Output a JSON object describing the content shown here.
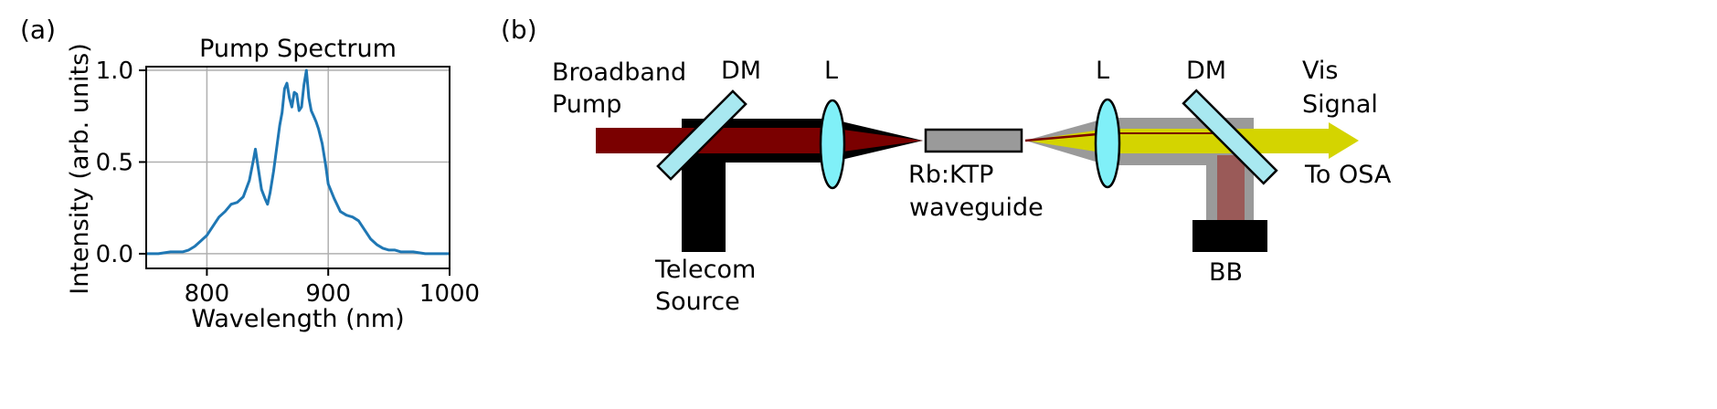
{
  "panel_a": {
    "letter": "(a)",
    "chart_data": {
      "type": "line",
      "title": "Pump Spectrum",
      "xlabel": "Wavelength (nm)",
      "ylabel": "Intensity (arb. units)",
      "xlim": [
        750,
        1000
      ],
      "ylim": [
        -0.08,
        1.02
      ],
      "xticks": [
        800,
        900,
        1000
      ],
      "yticks": [
        0.0,
        0.5,
        1.0
      ],
      "xtick_labels": [
        "800",
        "900",
        "1000"
      ],
      "ytick_labels": [
        "0.0",
        "0.5",
        "1.0"
      ],
      "grid": true,
      "series": [
        {
          "color": "#1f77b4",
          "x": [
            750,
            760,
            770,
            780,
            785,
            790,
            795,
            800,
            805,
            810,
            815,
            820,
            825,
            830,
            835,
            838,
            840,
            842,
            845,
            848,
            850,
            852,
            855,
            858,
            860,
            862,
            864,
            866,
            868,
            870,
            872,
            874,
            876,
            878,
            880,
            882,
            884,
            886,
            888,
            890,
            892,
            895,
            898,
            900,
            905,
            910,
            915,
            920,
            925,
            930,
            935,
            940,
            945,
            950,
            955,
            960,
            970,
            980,
            990,
            1000
          ],
          "y": [
            0.0,
            0.0,
            0.01,
            0.01,
            0.02,
            0.04,
            0.07,
            0.1,
            0.15,
            0.2,
            0.23,
            0.27,
            0.28,
            0.31,
            0.4,
            0.5,
            0.57,
            0.48,
            0.35,
            0.3,
            0.27,
            0.33,
            0.45,
            0.6,
            0.7,
            0.77,
            0.9,
            0.93,
            0.85,
            0.8,
            0.88,
            0.87,
            0.78,
            0.8,
            0.92,
            1.0,
            0.85,
            0.78,
            0.75,
            0.72,
            0.68,
            0.6,
            0.48,
            0.38,
            0.3,
            0.23,
            0.21,
            0.2,
            0.18,
            0.13,
            0.08,
            0.05,
            0.03,
            0.02,
            0.02,
            0.01,
            0.01,
            0.0,
            0.0,
            0.0
          ]
        }
      ]
    }
  },
  "panel_b": {
    "letter": "(b)",
    "labels": {
      "broadband": "Broadband",
      "pump": "Pump",
      "dm_left": "DM",
      "lens_left": "L",
      "lens_right": "L",
      "dm_right": "DM",
      "vis": "Vis",
      "signal": "Signal",
      "to_osa": "To OSA",
      "crystal": "Rb:KTP",
      "waveguide": "waveguide",
      "telecom": "Telecom",
      "source": "Source",
      "bb": "BB"
    },
    "colors": {
      "pump_beam": "#7a0000",
      "telecom_beam": "#000000",
      "vis_beam": "#d4d400",
      "lens": "#80f0f8",
      "mirror": "#a8e8f0",
      "waveguide": "#9a9a9a",
      "residual": "#9a9a9a",
      "residual_pump": "#9a5a58",
      "block": "#000000"
    }
  }
}
